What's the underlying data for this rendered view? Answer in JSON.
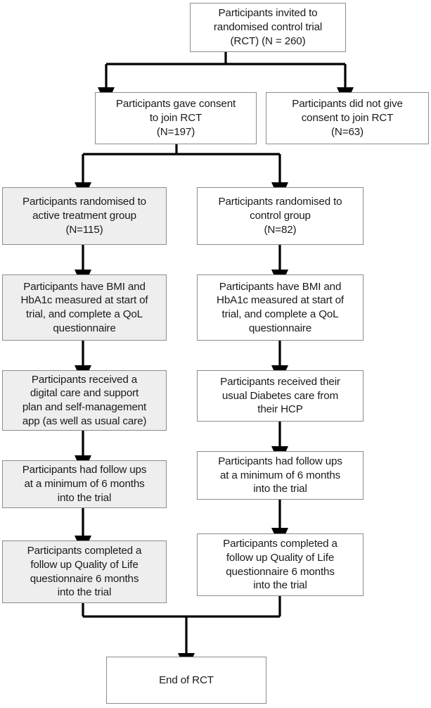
{
  "diagram": {
    "title": "CONSORT-style participant flow diagram for a randomised control trial",
    "type": "flowchart",
    "colors": {
      "box_border": "#8c8c8c",
      "box_fill_white": "#ffffff",
      "box_fill_shaded": "#eeeeee",
      "connector": "#000000",
      "text": "#1a1a1a"
    },
    "nodes": [
      {
        "id": "invited",
        "text": "Participants invited to\nrandomised control trial\n(RCT) (N = 260)",
        "fill": "white",
        "n": 260
      },
      {
        "id": "consent-yes",
        "text": "Participants gave consent\nto join RCT\n(N=197)",
        "fill": "white",
        "n": 197
      },
      {
        "id": "consent-no",
        "text": "Participants did not give\nconsent to join RCT\n(N=63)",
        "fill": "white",
        "n": 63
      },
      {
        "id": "randomised-active",
        "text": "Participants randomised to\nactive treatment group\n(N=115)",
        "fill": "shaded",
        "n": 115
      },
      {
        "id": "randomised-control",
        "text": "Participants randomised to\ncontrol group\n(N=82)",
        "fill": "white",
        "n": 82
      },
      {
        "id": "baseline-active",
        "text": "Participants have BMI and\nHbA1c measured at start of\ntrial, and complete a QoL\nquestionnaire",
        "fill": "shaded"
      },
      {
        "id": "baseline-control",
        "text": "Participants have BMI and\nHbA1c measured at start of\ntrial, and complete a QoL\nquestionnaire",
        "fill": "white"
      },
      {
        "id": "intervention-active",
        "text": "Participants received a\ndigital care and support\nplan and self-management\napp (as well as usual care)",
        "fill": "shaded"
      },
      {
        "id": "intervention-control",
        "text": "Participants received their\nusual Diabetes care from\ntheir HCP",
        "fill": "white"
      },
      {
        "id": "followup-active",
        "text": "Participants had follow ups\nat a minimum of 6 months\ninto the trial",
        "fill": "shaded"
      },
      {
        "id": "followup-control",
        "text": "Participants had follow ups\nat a minimum of 6 months\ninto the trial",
        "fill": "white"
      },
      {
        "id": "qol-active",
        "text": "Participants completed a\nfollow up Quality of Life\nquestionnaire 6 months\ninto the trial",
        "fill": "shaded"
      },
      {
        "id": "qol-control",
        "text": "Participants completed a\nfollow up Quality of Life\nquestionnaire 6 months\ninto the trial",
        "fill": "white"
      },
      {
        "id": "end",
        "text": "End of RCT",
        "fill": "white"
      }
    ]
  }
}
